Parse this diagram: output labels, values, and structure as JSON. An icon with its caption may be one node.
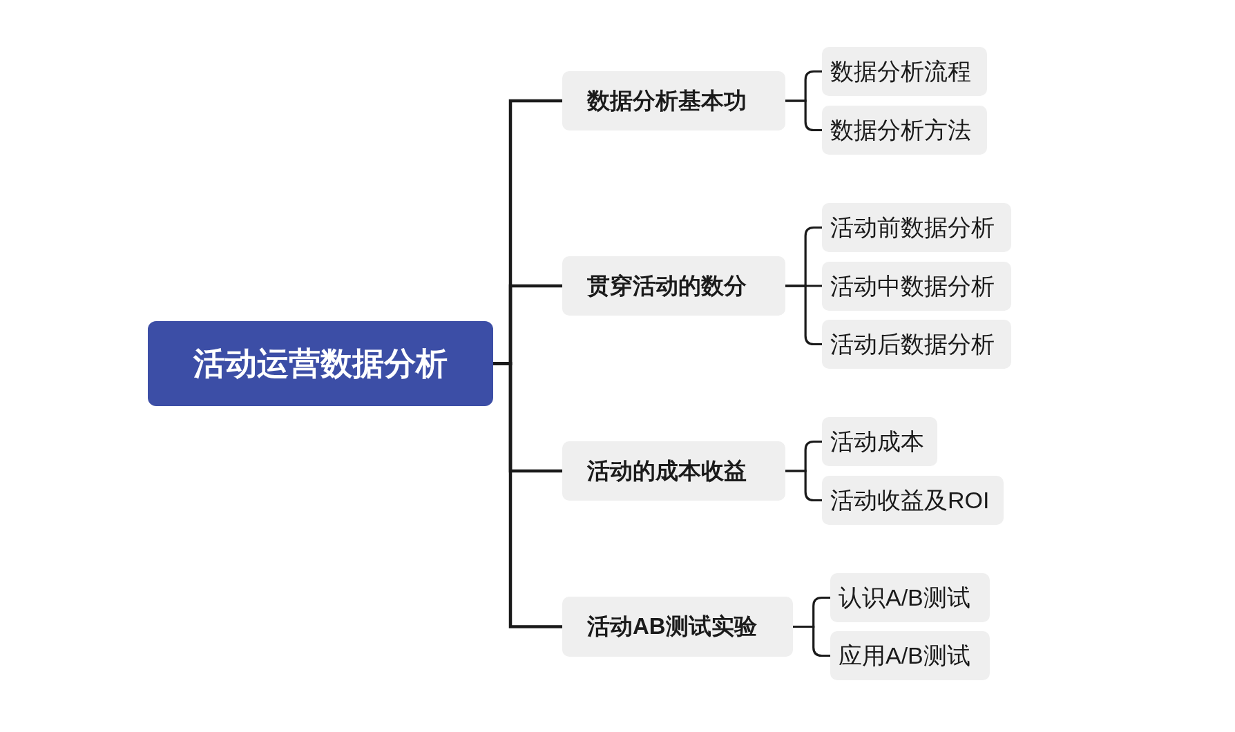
{
  "diagram": {
    "nodes": [
      {
        "text": [
          "活动运营数据分析"
        ]
      },
      {
        "text": [
          "数据分析基本功"
        ]
      },
      {
        "text": [
          "数据分析流程"
        ]
      },
      {
        "text": [
          "数据分析方法"
        ]
      },
      {
        "text": [
          "贯穿活动的数分"
        ]
      },
      {
        "text": [
          "活动前数据分析"
        ]
      },
      {
        "text": [
          "活动中数据分析"
        ]
      },
      {
        "text": [
          "活动后数据分析"
        ]
      },
      {
        "text": [
          "活动的成本收益"
        ]
      },
      {
        "text": [
          "活动成本"
        ]
      },
      {
        "text": [
          "活动收益及ROI"
        ]
      },
      {
        "text": [
          "活动AB测试实验"
        ]
      },
      {
        "text": [
          "认识A/B测试"
        ]
      },
      {
        "text": [
          "应用A/B测试"
        ]
      }
    ],
    "edges": [
      {
        "from": 0,
        "to": 1,
        "arrow": "none"
      },
      {
        "from": 0,
        "to": 4,
        "arrow": "none"
      },
      {
        "from": 0,
        "to": 8,
        "arrow": "none"
      },
      {
        "from": 0,
        "to": 11,
        "arrow": "none"
      },
      {
        "from": 1,
        "to": 2,
        "arrow": "none"
      },
      {
        "from": 1,
        "to": 3,
        "arrow": "none"
      },
      {
        "from": 4,
        "to": 5,
        "arrow": "none"
      },
      {
        "from": 4,
        "to": 6,
        "arrow": "none"
      },
      {
        "from": 4,
        "to": 7,
        "arrow": "none"
      },
      {
        "from": 8,
        "to": 9,
        "arrow": "none"
      },
      {
        "from": 8,
        "to": 10,
        "arrow": "none"
      },
      {
        "from": 11,
        "to": 12,
        "arrow": "none"
      },
      {
        "from": 11,
        "to": 13,
        "arrow": "none"
      }
    ]
  }
}
